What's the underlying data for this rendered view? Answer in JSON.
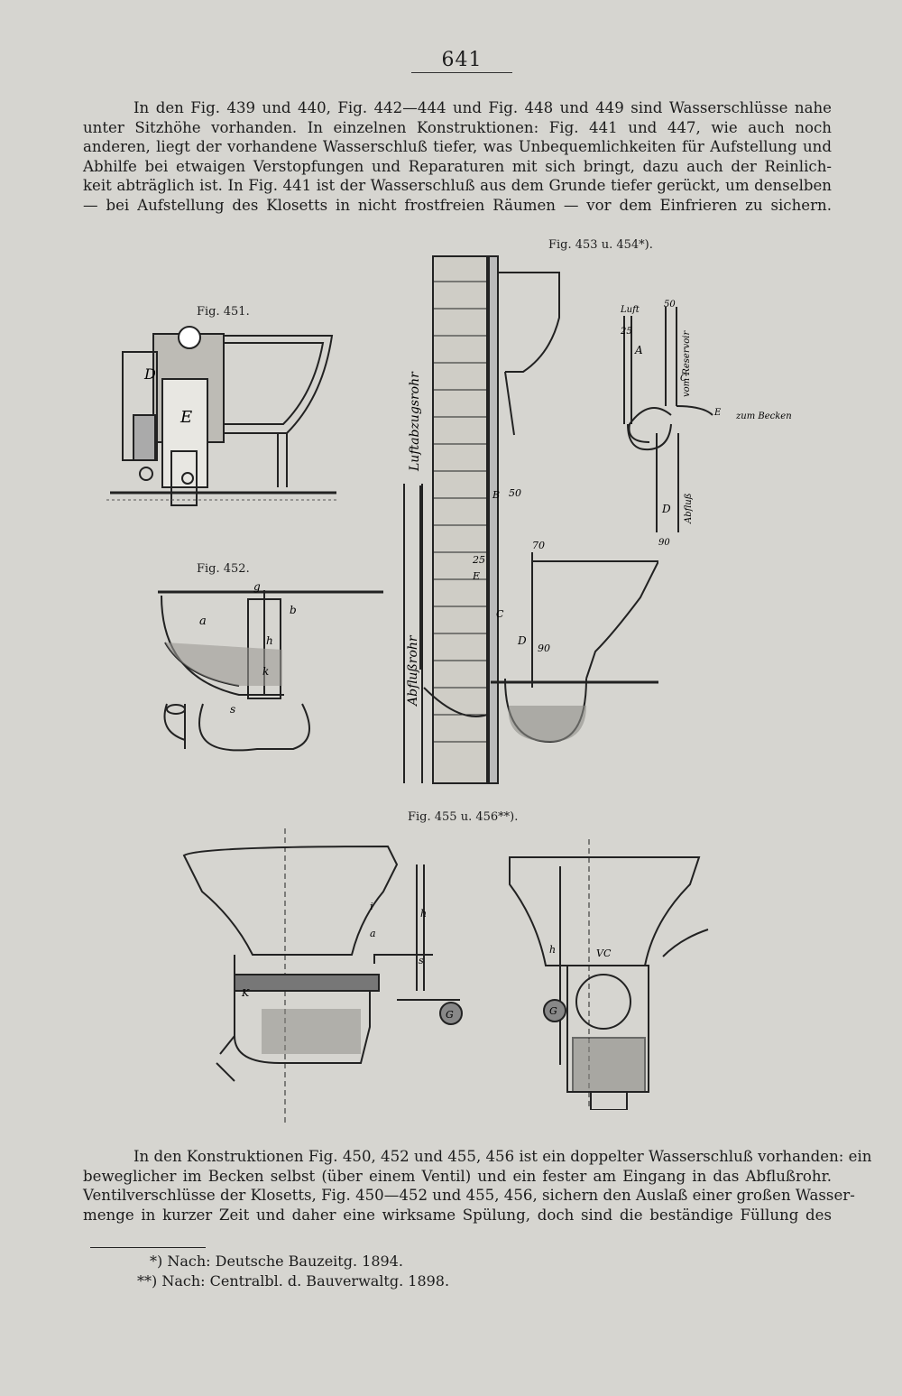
{
  "page_number": "641",
  "top_paragraph": [
    "In den Fig. 439 und 440, Fig. 442—444 und Fig. 448 und 449 sind Wasserschlüsse nahe",
    "unter Sitzhöhe vorhanden. In einzelnen Konstruktionen: Fig. 441 und 447, wie auch noch",
    "anderen, liegt der vorhandene Wasserschluß tiefer, was Unbequemlichkeiten für Aufstellung und",
    "Abhilfe bei etwaigen Verstopfungen und Reparaturen mit sich bringt, dazu auch der Reinlich-",
    "keit abträglich ist. In Fig. 441 ist der Wasserschluß aus dem Grunde tiefer gerückt, um denselben",
    "— bei Aufstellung des Klosetts in nicht frostfreien Räumen — vor dem Einfrieren zu sichern."
  ],
  "captions": {
    "fig451": "Fig. 451.",
    "fig452": "Fig. 452.",
    "fig453_454": "Fig. 453 u. 454*).",
    "fig455_456": "Fig. 455 u. 456**)."
  },
  "figure_labels": {
    "fig451": [
      "D",
      "E"
    ],
    "fig452": [
      "a",
      "g",
      "b",
      "h",
      "k",
      "s"
    ],
    "fig453_left": [
      "Luftabzugsrohr",
      "Abflußrohr",
      "B",
      "50",
      "70",
      "25",
      "E",
      "C",
      "D",
      "90"
    ],
    "fig453_right": [
      "Luft",
      "25",
      "A",
      "50",
      "vom Reservoir",
      "C",
      "E",
      "zum Becken",
      "D",
      "Abfluß",
      "90"
    ],
    "fig455": [
      "K",
      "h",
      "G",
      "i",
      "a",
      "s"
    ],
    "fig456": [
      "h",
      "G",
      "VC"
    ]
  },
  "bottom_paragraph": [
    "In den Konstruktionen Fig. 450, 452 und 455, 456 ist ein doppelter Wasserschluß vorhanden: ein",
    "beweglicher im Becken selbst (über einem Ventil) und ein fester am Eingang in das Abflußrohr.",
    "Ventilverschlüsse der Klosetts, Fig. 450—452 und 455, 456, sichern den Auslaß einer großen Wasser-",
    "menge in kurzer Zeit und daher eine wirksame Spülung, doch sind die beständige Füllung des"
  ],
  "footnotes": [
    "*) Nach: Deutsche Bauzeitg. 1894.",
    "**) Nach: Centralbl. d. Bauverwaltg. 1898."
  ]
}
